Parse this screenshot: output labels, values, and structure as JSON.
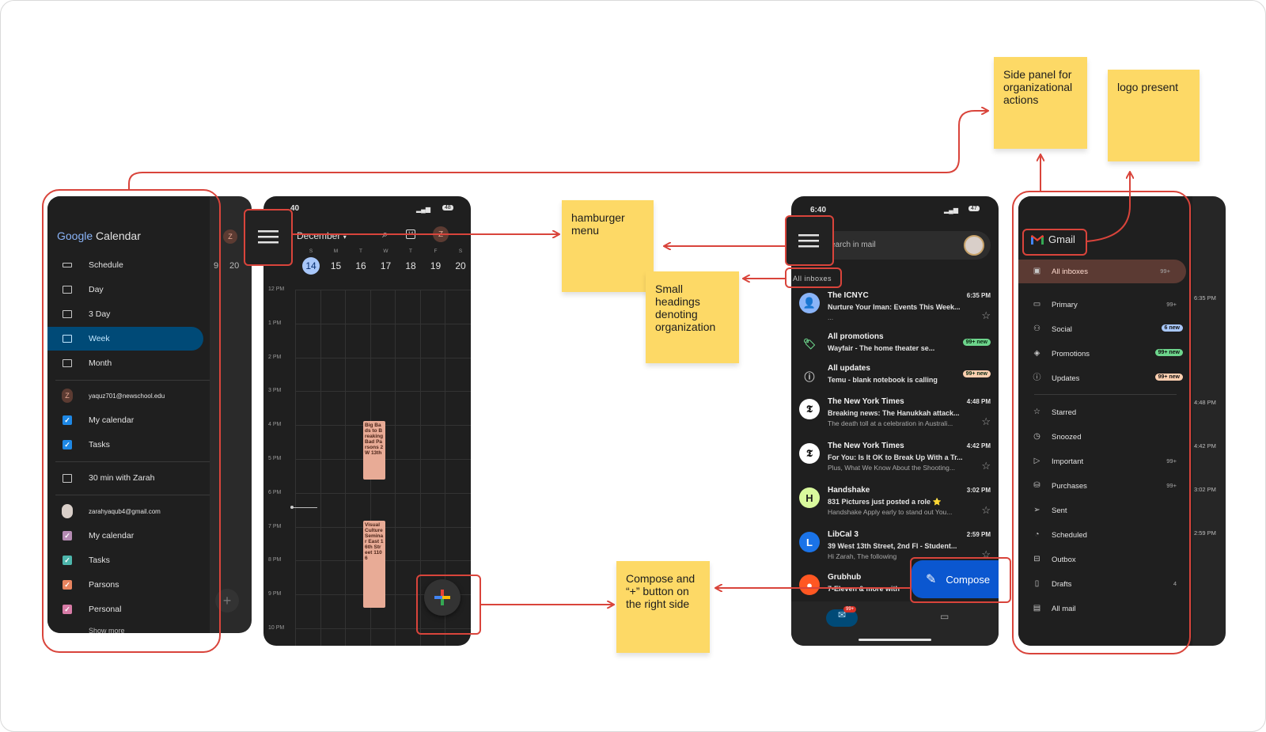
{
  "calendar_drawer": {
    "brand": "Google",
    "product": "Calendar",
    "items": [
      {
        "label": "Schedule",
        "icon": "schedule-icon"
      },
      {
        "label": "Day",
        "icon": "day-icon"
      },
      {
        "label": "3 Day",
        "icon": "three-day-icon"
      },
      {
        "label": "Week",
        "icon": "week-icon"
      },
      {
        "label": "Month",
        "icon": "month-icon"
      }
    ],
    "account1": "yaquz701@newschool.edu",
    "account1_initial": "Z",
    "account1_calendars": [
      "My calendar",
      "Tasks"
    ],
    "event_item": "30 min with Zarah",
    "account2": "zarahyaqub4@gmail.com",
    "account2_calendars": [
      "My calendar",
      "Tasks",
      "Parsons",
      "Personal"
    ],
    "more": "Show more",
    "bg_dates": [
      "9",
      "20"
    ],
    "bg_avatar": "Z"
  },
  "calendar_week": {
    "status_time": "40",
    "battery": "48",
    "month": "December",
    "day_letters": [
      "S",
      "M",
      "T",
      "W",
      "T",
      "F",
      "S"
    ],
    "dates": [
      "14",
      "15",
      "16",
      "17",
      "18",
      "19",
      "20"
    ],
    "today_index": 0,
    "avatar_initial": "Z",
    "hours": [
      "12 PM",
      "1 PM",
      "2 PM",
      "3 PM",
      "4 PM",
      "5 PM",
      "6 PM",
      "7 PM",
      "8 PM",
      "9 PM",
      "10 PM"
    ],
    "events": [
      {
        "title": "Big Bads to Breaking Bad Parsons 2 W 13th"
      },
      {
        "title": "Visual Culture Seminar East 16th Street 1106"
      }
    ]
  },
  "gmail_list": {
    "status_time": "6:40",
    "battery": "47",
    "search_placeholder": "Search in mail",
    "search_visible": "earch in mail",
    "section_label": "All inboxes",
    "mails": [
      {
        "from": "The ICNYC",
        "time": "6:35 PM",
        "subject": "Nurture Your Iman: Events This Week...",
        "snippet": "...",
        "avatar": ""
      },
      {
        "from": "All promotions",
        "subject": "Wayfair - The home theater se...",
        "badge": "99+ new",
        "avatar": ""
      },
      {
        "from": "All updates",
        "subject": "Temu - blank notebook is calling",
        "badge": "99+ new",
        "avatar": ""
      },
      {
        "from": "The New York Times",
        "time": "4:48 PM",
        "subject": "Breaking news: The Hanukkah attack...",
        "snippet": "The death toll at a celebration in Australi...",
        "avatar": "𝕿"
      },
      {
        "from": "The New York Times",
        "time": "4:42 PM",
        "subject": "For You: Is It OK to Break Up With a Tr...",
        "snippet": "Plus, What We Know About the Shooting...",
        "avatar": "𝕿"
      },
      {
        "from": "Handshake",
        "time": "3:02 PM",
        "subject": "831 Pictures just posted a role ⭐",
        "snippet": "Handshake Apply early to stand out You...",
        "avatar": "H"
      },
      {
        "from": "LibCal",
        "count": "3",
        "time": "2:59 PM",
        "subject": "39 West 13th Street, 2nd Fl - Student...",
        "snippet": "Hi Zarah, The following",
        "avatar": "L"
      },
      {
        "from": "Grubhub",
        "subject": "7-Eleven & more with",
        "snippet": "",
        "avatar": ""
      }
    ],
    "compose": "Compose",
    "mail_badge": "99+"
  },
  "gmail_drawer": {
    "brand": "Gmail",
    "items": [
      {
        "label": "All inboxes",
        "count": "99+"
      },
      {
        "label": "Primary",
        "count": "99+"
      },
      {
        "label": "Social",
        "badge": "6 new",
        "badge_color": "#a8c7fa"
      },
      {
        "label": "Promotions",
        "badge": "99+ new",
        "badge_color": "#6dd58c"
      },
      {
        "label": "Updates",
        "badge": "99+ new",
        "badge_color": "#fdcfb0"
      },
      {
        "label": "Starred"
      },
      {
        "label": "Snoozed"
      },
      {
        "label": "Important",
        "count": "99+"
      },
      {
        "label": "Purchases",
        "count": "99+"
      },
      {
        "label": "Sent"
      },
      {
        "label": "Scheduled"
      },
      {
        "label": "Outbox"
      },
      {
        "label": "Drafts",
        "count": "4"
      },
      {
        "label": "All mail"
      }
    ],
    "bg_times": [
      "6:35 PM",
      "4:48 PM",
      "4:42 PM",
      "3:02 PM",
      "2:59 PM"
    ]
  },
  "notes": {
    "hamburger": "hamburger menu",
    "small_headings": "Small headings denoting organization",
    "compose": "Compose and “+” button on the right side",
    "side_panel": "Side panel for organizational actions",
    "logo": "logo present"
  },
  "colors": {
    "annotation_red": "#d9443b",
    "sticky_yellow": "#fdd966",
    "week_highlight": "#004a77",
    "compose_blue": "#0b57d0"
  }
}
